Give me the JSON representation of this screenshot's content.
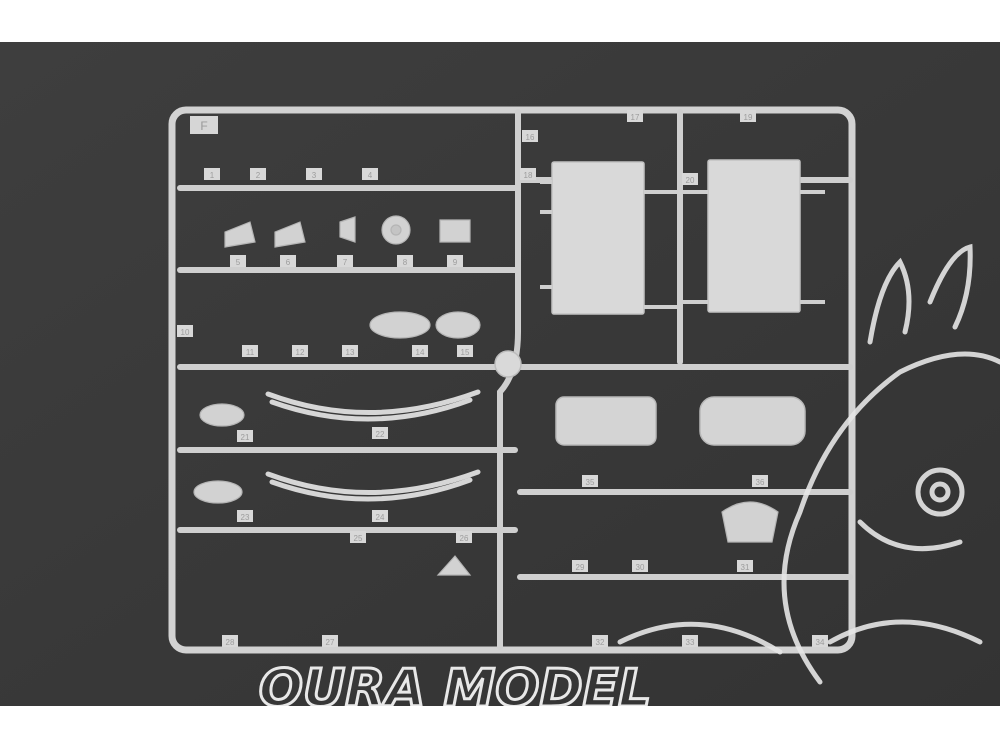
{
  "image": {
    "subject": "plastic model kit sprue",
    "background_color": "#3a3a3a",
    "plastic_color": "#d4d4d4"
  },
  "sprue": {
    "letter": "F",
    "part_numbers": [
      "1",
      "2",
      "3",
      "4",
      "5",
      "6",
      "7",
      "8",
      "9",
      "10",
      "11",
      "12",
      "13",
      "14",
      "15",
      "16",
      "17",
      "18",
      "19",
      "20",
      "21",
      "22",
      "23",
      "24",
      "25",
      "26",
      "27",
      "28",
      "29",
      "30",
      "31",
      "32",
      "33",
      "34",
      "35",
      "36"
    ]
  },
  "watermark": {
    "text": "OURA MODEL"
  }
}
